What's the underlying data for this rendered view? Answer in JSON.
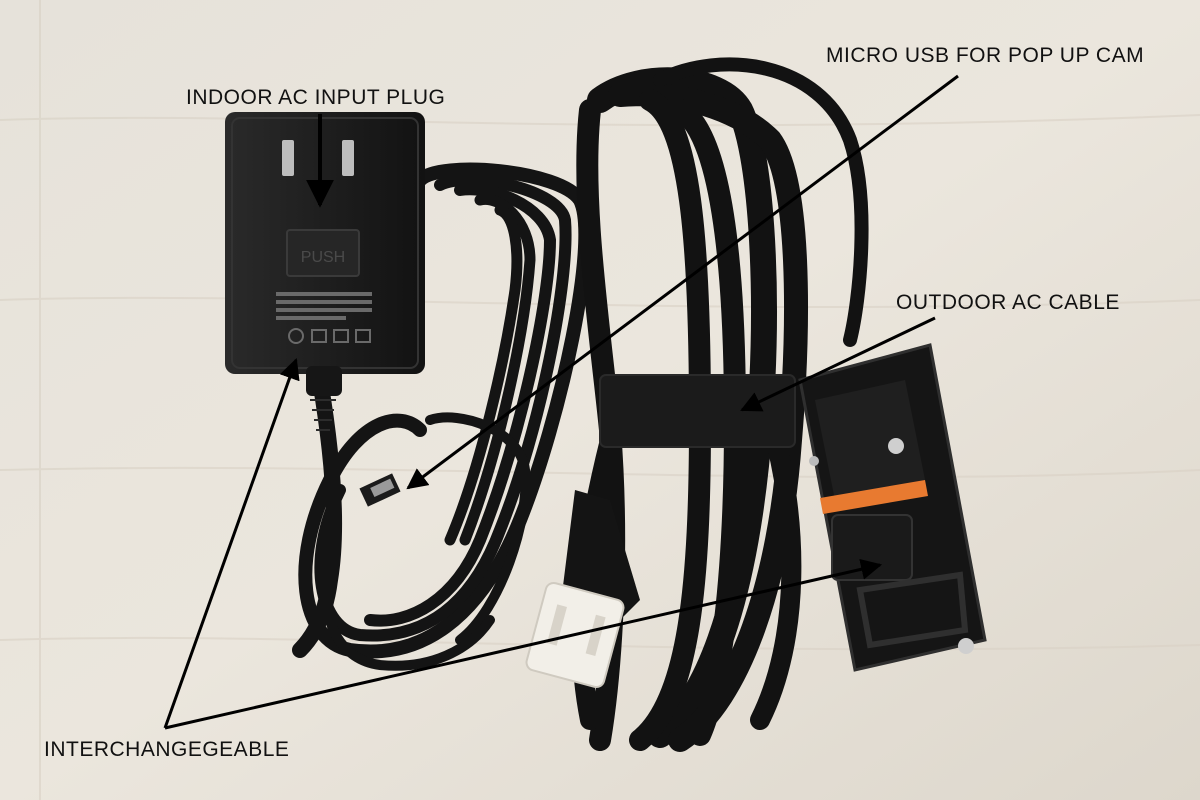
{
  "labels": {
    "indoor_plug": "INDOOR  AC INPUT PLUG",
    "micro_usb": "MICRO USB FOR POP UP CAM",
    "outdoor_cable": "OUTDOOR AC CABLE",
    "interchangeable": "INTERCHANGEGEABLE"
  },
  "plug_text": "PUSH",
  "colors": {
    "background": "#e8e3da",
    "cable": "#141414",
    "connector_orange": "#e87a30",
    "annotation": "#000000"
  }
}
